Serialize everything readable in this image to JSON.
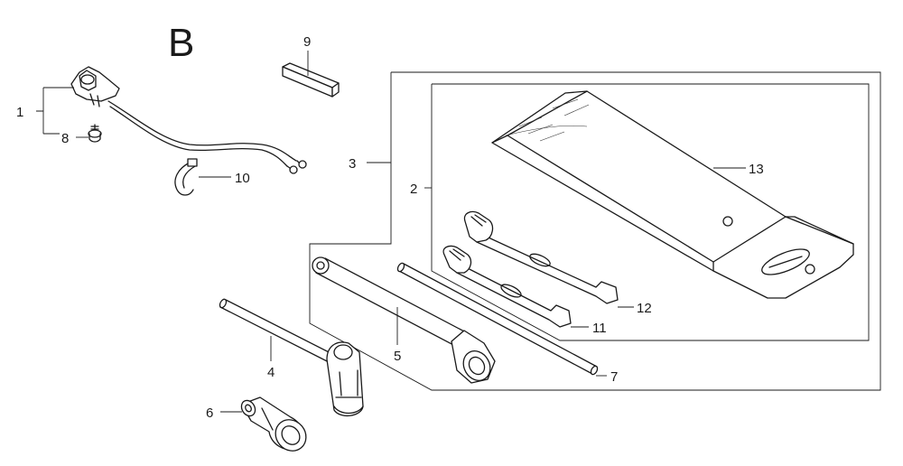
{
  "diagram": {
    "section_letter": "B",
    "callouts": {
      "c1": "1",
      "c2": "2",
      "c3": "3",
      "c4": "4",
      "c5": "5",
      "c6": "6",
      "c7": "7",
      "c8": "8",
      "c9": "9",
      "c10": "10",
      "c11": "11",
      "c12": "12",
      "c13": "13"
    },
    "colors": {
      "ink": "#1a1a1a",
      "background": "#ffffff"
    }
  }
}
